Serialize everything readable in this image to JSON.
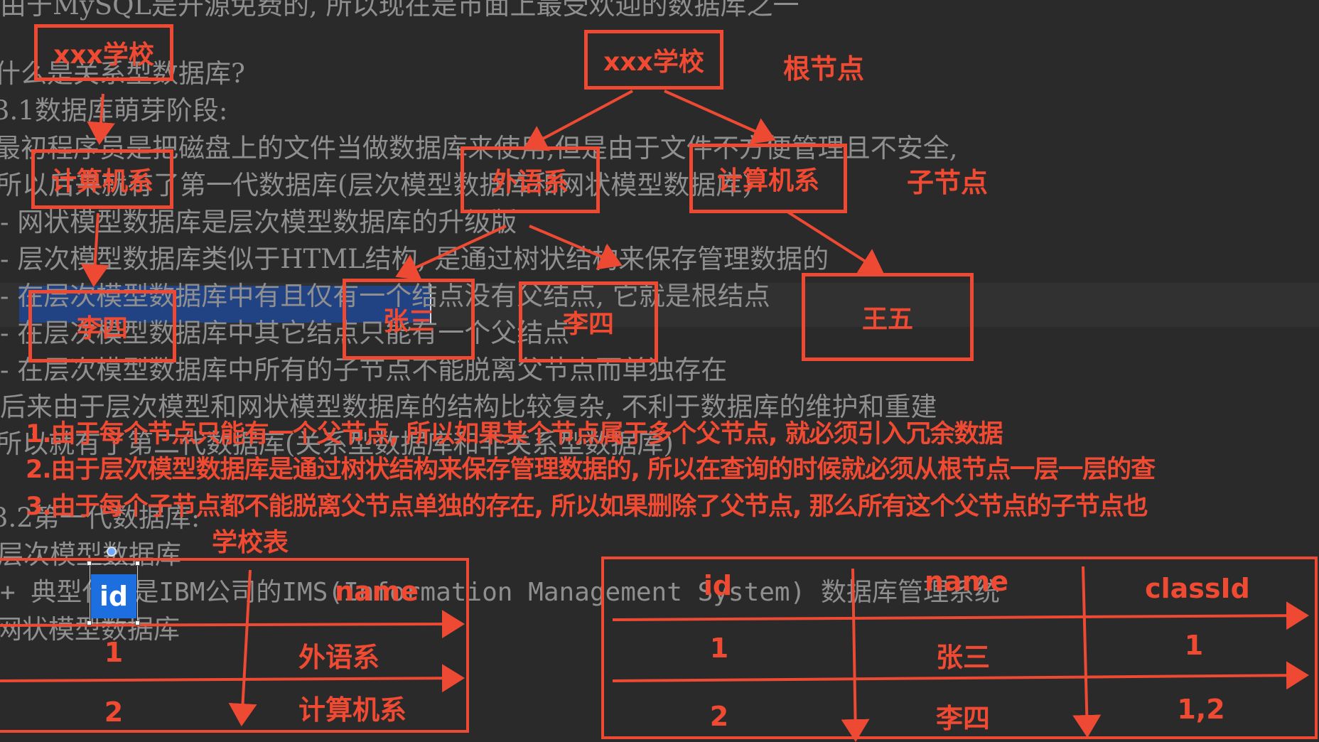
{
  "doc_lines": [
    "由于MySQL是开源免费的, 所以现在是市面上最受欢迎的数据库之一",
    "什么是关系型数据库?",
    "3.1数据库萌芽阶段:",
    "最初程序员是把磁盘上的文件当做数据库来使用,但是由于文件不方便管理且不安全,",
    "所以后来就有了第一代数据库(层次模型数据库和网状模型数据库)",
    "- 网状模型数据库是层次模型数据库的升级版",
    "- 层次模型数据库类似于HTML结构, 是通过树状结构来保存管理数据的",
    "- 在层次模型数据库中有且仅有一个结点没有父结点, 它就是根结点",
    "- 在层次模型数据库中其它结点只能有一个父结点",
    "- 在层次模型数据库中所有的子节点不能脱离父节点而单独存在",
    "后来由于层次模型和网状模型数据库的结构比较复杂, 不利于数据库的维护和重建",
    "所以就有了第二代数据库(关系型数据库和非关系型数据库)",
    "3.2第一代数据库:",
    "层次模型数据库",
    "  + 典型代表是IBM公司的IMS(Information Management System) 数据库管理系统",
    "网状模型数据库"
  ],
  "tree": {
    "left_chain": [
      "xxx学校",
      "计算机系",
      "李四"
    ],
    "root": "xxx学校",
    "root_label": "根节点",
    "children": [
      "外语系",
      "计算机系"
    ],
    "child_label": "子节点",
    "grandchildren": [
      "张三",
      "李四",
      "王五"
    ]
  },
  "red_notes": [
    "1.由于每个节点只能有一个父节点, 所以如果某个节点属于多个父节点, 就必须引入冗余数据",
    "2.由于层次模型数据库是通过树状结构来保存管理数据的, 所以在查询的时候就必须从根节点一层一层的查",
    "3.由于每个子节点都不能脱离父节点单独的存在, 所以如果删除了父节点, 那么所有这个父节点的子节点也"
  ],
  "school_table": {
    "title": "学校表",
    "headers": [
      "id",
      "name"
    ],
    "rows": [
      [
        "1",
        "外语系"
      ],
      [
        "2",
        "计算机系"
      ]
    ]
  },
  "student_table": {
    "headers": [
      "id",
      "name",
      "classId"
    ],
    "rows": [
      [
        "1",
        "张三",
        "1"
      ],
      [
        "2",
        "李四",
        "1,2"
      ]
    ]
  },
  "colors": {
    "annotation": "#ee4a33",
    "selection": "#214283",
    "id_chip": "#1d6fe0",
    "background": "#2a2a2a"
  }
}
